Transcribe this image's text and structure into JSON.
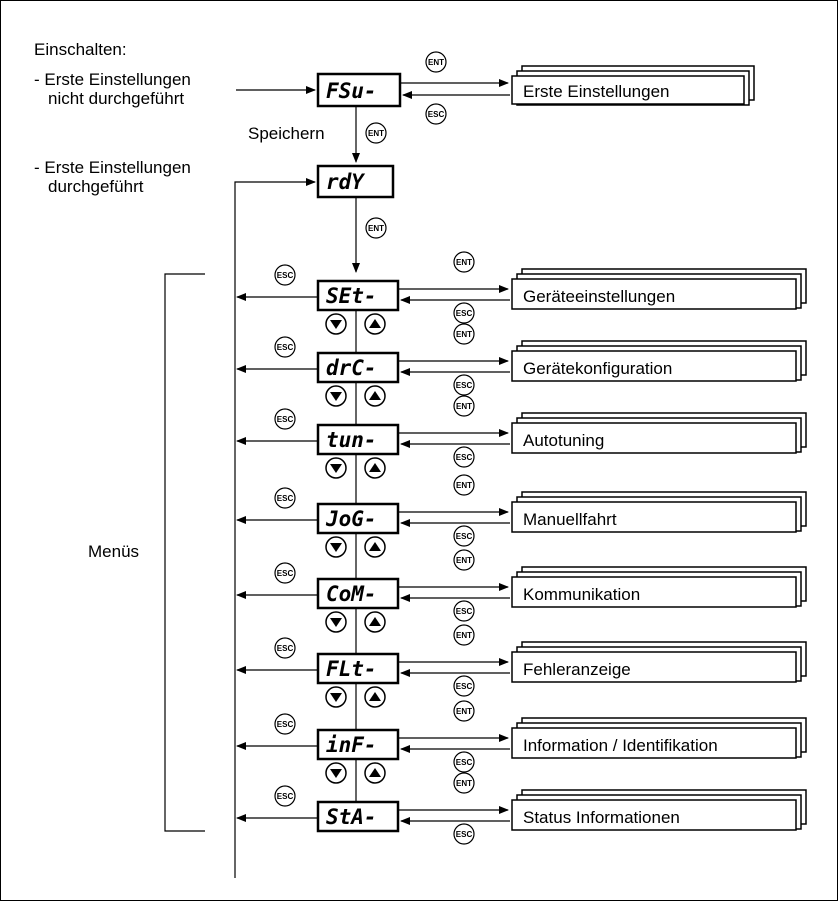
{
  "intro": {
    "title": "Einschalten:",
    "first_not_done_line1": "- Erste Einstellungen",
    "first_not_done_line2": "nicht durchgeführt",
    "first_done_line1": "- Erste Einstellungen",
    "first_done_line2": "durchgeführt",
    "save_label": "Speichern"
  },
  "buttons": {
    "ent": "ENT",
    "esc": "ESC"
  },
  "fsu": {
    "display": "FSu-",
    "target": "Erste Einstellungen"
  },
  "rdy": {
    "display": "rdY"
  },
  "menus_label": "Menüs",
  "menus": [
    {
      "display": "SEt-",
      "target": "Geräteeinstellungen"
    },
    {
      "display": "drC-",
      "target": "Gerätekonfiguration"
    },
    {
      "display": "tun-",
      "target": "Autotuning"
    },
    {
      "display": "JoG-",
      "target": "Manuellfahrt"
    },
    {
      "display": "CoM-",
      "target": "Kommunikation"
    },
    {
      "display": "FLt-",
      "target": "Fehleranzeige"
    },
    {
      "display": "inF-",
      "target": "Information / Identifikation"
    },
    {
      "display": "StA-",
      "target": "Status Informationen"
    }
  ]
}
